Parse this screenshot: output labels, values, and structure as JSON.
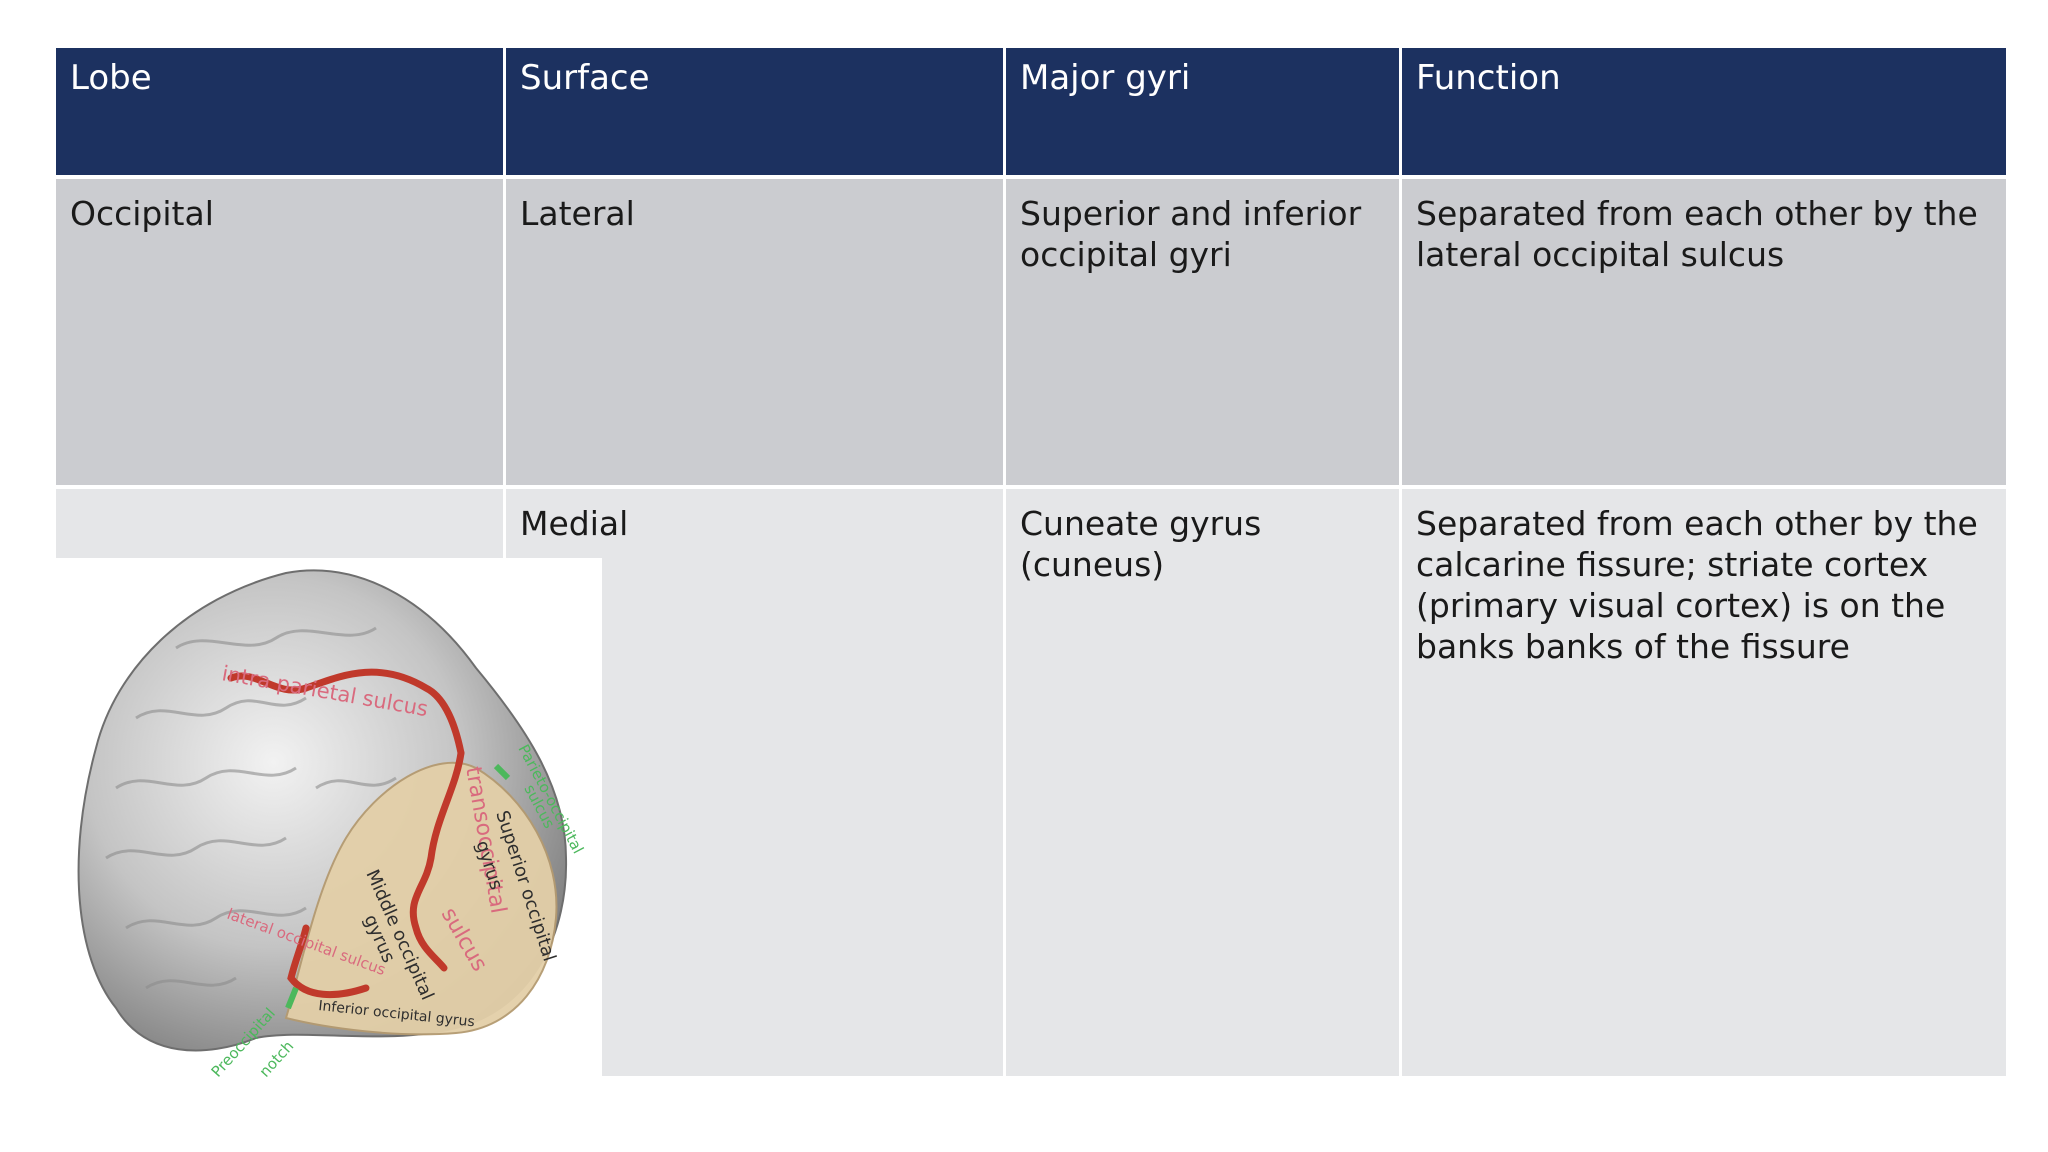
{
  "table": {
    "headers": [
      "Lobe",
      "Surface",
      "Major gyri",
      "Function"
    ],
    "rows": [
      {
        "lobe": "Occipital",
        "surface": "Lateral",
        "gyri": "Superior and inferior occipital gyri",
        "function": "Separated from each other by the lateral occipital sulcus"
      },
      {
        "lobe": "",
        "surface": "Medial",
        "gyri": "Cuneate gyrus (cuneus)",
        "function": "Separated from each other by the calcarine fissure; striate cortex (primary visual cortex) is on the banks banks of the fissure"
      }
    ]
  },
  "figure": {
    "labels": {
      "intraparietal": "intra  parietal sulcus",
      "transoccipital": "transoccipital",
      "sulcus": "sulcus",
      "superior_occipital": "Superior occipital",
      "gyrus_sup": "gyrus",
      "middle_occipital": "Middle occipital",
      "gyrus_mid": "gyrus",
      "inferior_occipital_gyrus": "Inferior occipital gyrus",
      "lateral_occipital_sulcus": "lateral occipital sulcus",
      "parieto_occipital": "Parieto-occipital",
      "parieto_sulcus": "sulcus",
      "preoccipital": "Preoccipital",
      "notch": "notch"
    },
    "colors": {
      "sulcus_red": "#c0392b",
      "label_pink": "#d96a7e",
      "label_green": "#4cb85c",
      "occipital_tan": "#e3cfa8",
      "brain_gray": "#b9b9b9"
    }
  }
}
